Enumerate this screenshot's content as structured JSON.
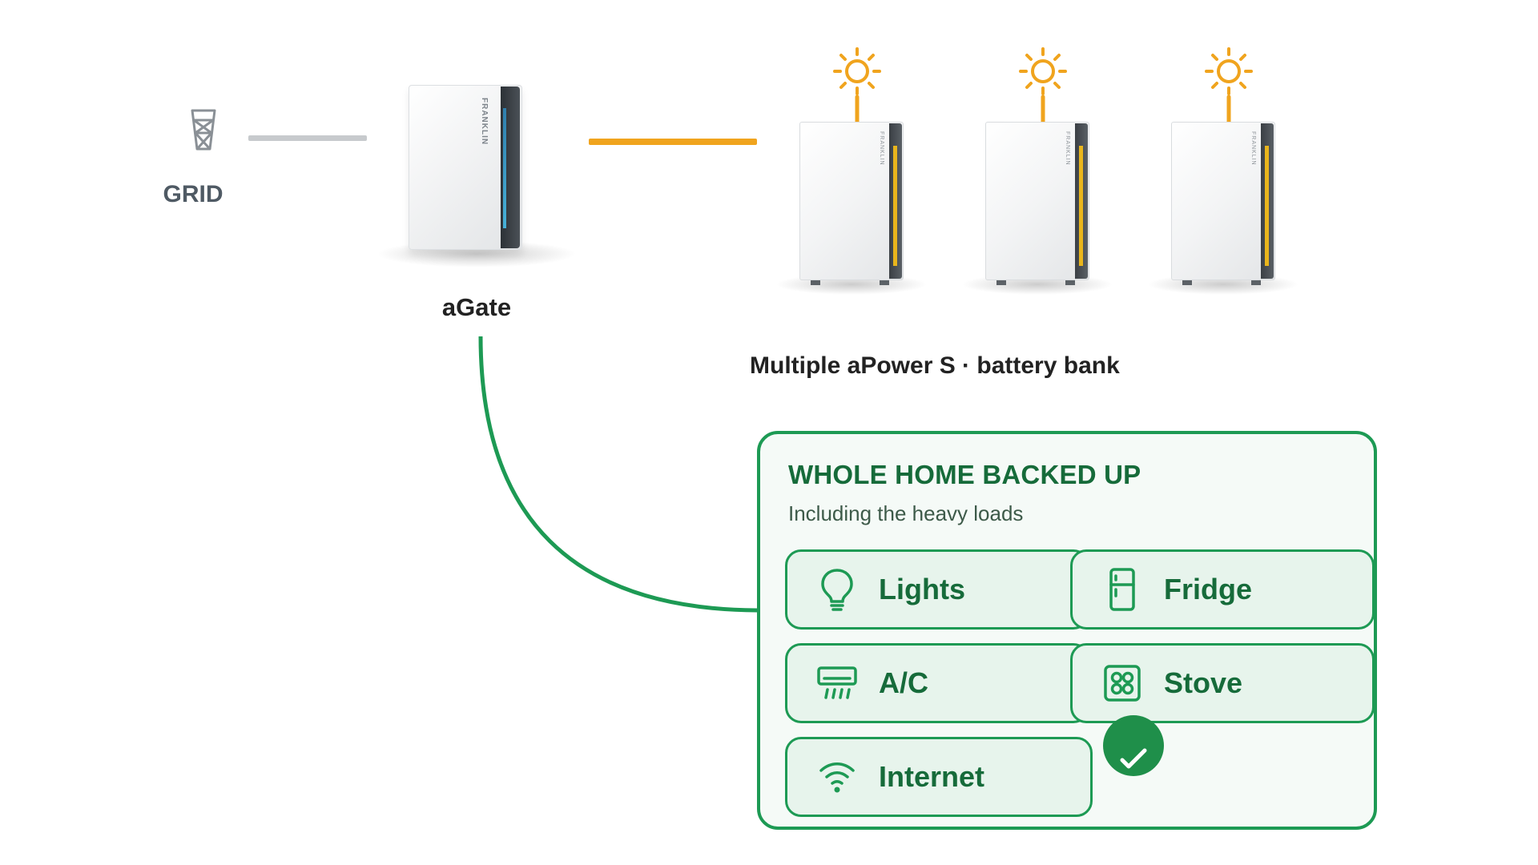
{
  "grid": {
    "label": "GRID",
    "icon": "transmission-tower-icon"
  },
  "agate": {
    "label": "aGate",
    "logo_text": "FRANKLIN"
  },
  "battery_bank": {
    "label": "Multiple aPower S · battery bank",
    "units": [
      {
        "logo_text": "FRANKLIN",
        "icon": "sun-icon"
      },
      {
        "logo_text": "FRANKLIN",
        "icon": "sun-icon"
      },
      {
        "logo_text": "FRANKLIN",
        "icon": "sun-icon"
      }
    ]
  },
  "backup": {
    "title": "WHOLE HOME BACKED UP",
    "subtitle": "Including the heavy loads",
    "loads": [
      {
        "label": "Lights",
        "icon": "lightbulb-icon"
      },
      {
        "label": "Fridge",
        "icon": "fridge-icon"
      },
      {
        "label": "A/C",
        "icon": "air-conditioner-icon"
      },
      {
        "label": "Stove",
        "icon": "stove-icon"
      },
      {
        "label": "Internet",
        "icon": "wifi-icon"
      }
    ],
    "status_icon": "check-icon"
  },
  "colors": {
    "green": "#1d9a54",
    "dark_green": "#166b3a",
    "solar_orange": "#f0a41e",
    "grid_gray": "#c7cacd"
  }
}
